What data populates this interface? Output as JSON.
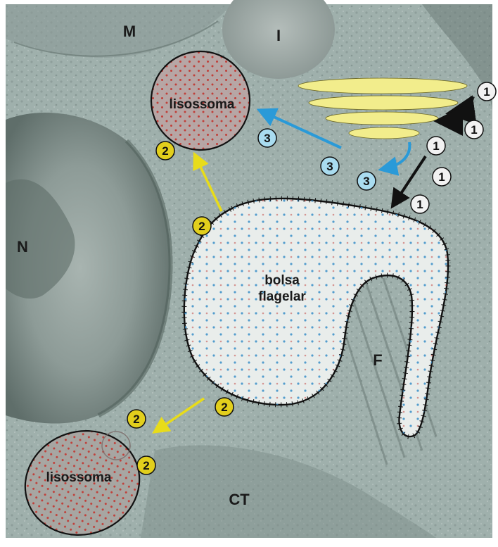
{
  "labels": {
    "M": "M",
    "I": "I",
    "N": "N",
    "F": "F",
    "CT": "CT",
    "lysosome_top": "lisossoma",
    "lysosome_bottom": "lisossoma",
    "pocket_line1": "bolsa",
    "pocket_line2": "flagelar"
  },
  "steps": {
    "one": "1",
    "two": "2",
    "three": "3"
  },
  "colors": {
    "background": "#9fb0ac",
    "golgi": "#f2ed8c",
    "step1_badge": "#f2f2f2",
    "step2_badge": "#e2cf1c",
    "step3_badge": "#a9dcf0",
    "blue_arrow": "#2a9ad8",
    "yellow_arrow": "#e8dc1a",
    "black_arrow": "#111111",
    "red_dots": "#c0403a",
    "blue_dots": "#3a8fc8"
  }
}
